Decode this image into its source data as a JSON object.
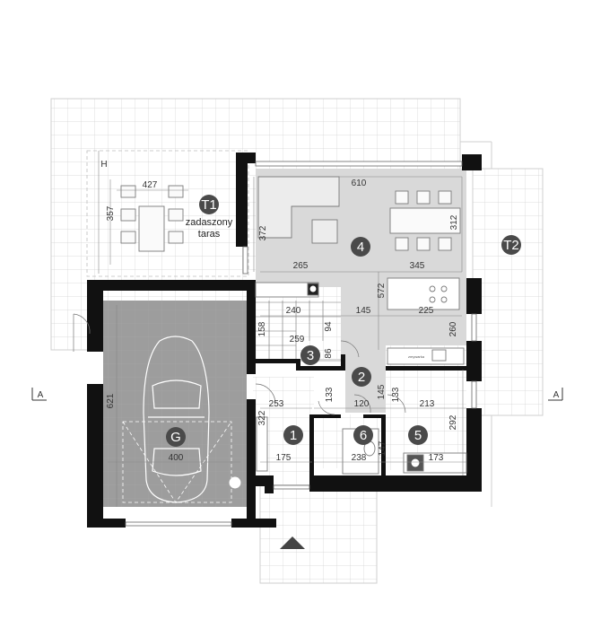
{
  "terrace_t1": {
    "badge": "T1",
    "line1": "zadaszony",
    "line2": "taras",
    "dim_width": "427",
    "dim_height": "357"
  },
  "terrace_t2": {
    "badge": "T2"
  },
  "garage": {
    "badge": "G",
    "dim_width": "400",
    "dim_height": "621"
  },
  "rooms": {
    "r1": {
      "badge": "1",
      "dim_width": "253",
      "dim_height": "322",
      "dim_bottom": "175"
    },
    "r2": {
      "badge": "2",
      "dim_width": "120",
      "dim_height": "145"
    },
    "r3": {
      "badge": "3",
      "dim_width": "259",
      "dim_height": "86",
      "dim_side": "94"
    },
    "r4": {
      "badge": "4",
      "dim_width": "610",
      "dim_left": "265",
      "dim_right": "345",
      "dim_h1": "372",
      "dim_h2": "312",
      "dim_h3": "572"
    },
    "r5": {
      "badge": "5",
      "dim_width": "213",
      "dim_height": "292",
      "dim_bottom": "173"
    },
    "r6": {
      "badge": "6",
      "dim_width": "238",
      "dim_height": "147"
    }
  },
  "other_dims": {
    "stairs_w": "240",
    "stairs_h": "158",
    "hall_w": "145",
    "kitchen_w": "225",
    "kitchen_h": "260",
    "d133a": "133",
    "d133b": "133"
  },
  "appliance_label": "zmywarka",
  "section_marks": {
    "left": "A",
    "right": "A"
  },
  "grid_marker": "H",
  "colors": {
    "wall": "#111111",
    "garage_floor": "#9d9d9d",
    "living_floor": "#d9d9d9",
    "badge": "#4a4a4a",
    "grid": "#cfcfcf"
  }
}
